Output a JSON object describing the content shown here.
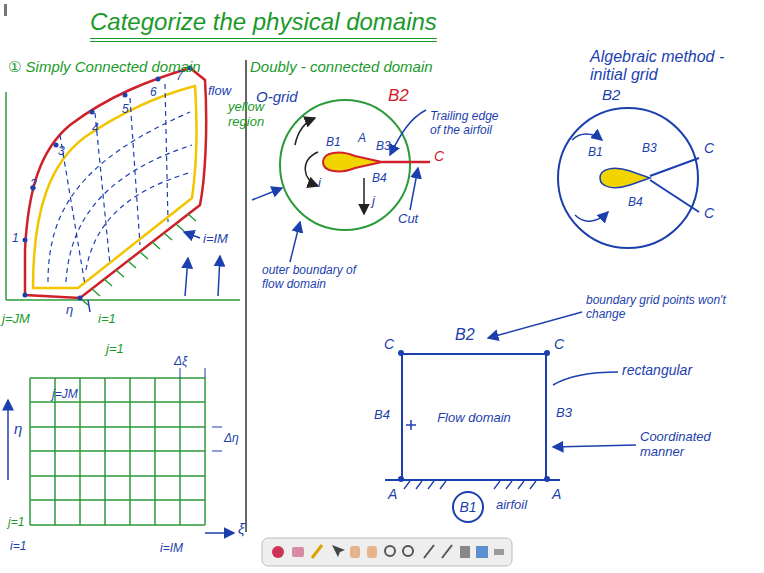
{
  "diagram": {
    "title": "Categorize the physical domains",
    "nodes": [
      {
        "text": [
          "Flow domain"
        ]
      },
      {
        "text": [
          "B1"
        ]
      }
    ],
    "labels": [
      "① Simply Connected domain",
      "Doubly - connected domain",
      "Algebraic method - initial grid",
      "1",
      "2",
      "3",
      "4",
      "5",
      "6",
      "7",
      "flow",
      "yellow region",
      "i=IM",
      "j=JM",
      "η",
      "i=1",
      "j=1",
      "j=JM",
      "η",
      "Δξ",
      "Δη",
      "j=1",
      "i=1",
      "i=IM",
      "ξ",
      "O-grid",
      "B2",
      "B1",
      "A",
      "B3",
      "B4",
      "C",
      "Trailing edge of the airfoil",
      "Cut",
      "j",
      "i",
      "outer boundary of flow domain",
      "B2",
      "B1",
      "B3",
      "C",
      "B4",
      "C",
      "B2",
      "boundary grid points won't change",
      "C",
      "C",
      "rectangular",
      "B4",
      "B3",
      "Coordinated manner",
      "A",
      "A",
      "airfoil"
    ]
  }
}
